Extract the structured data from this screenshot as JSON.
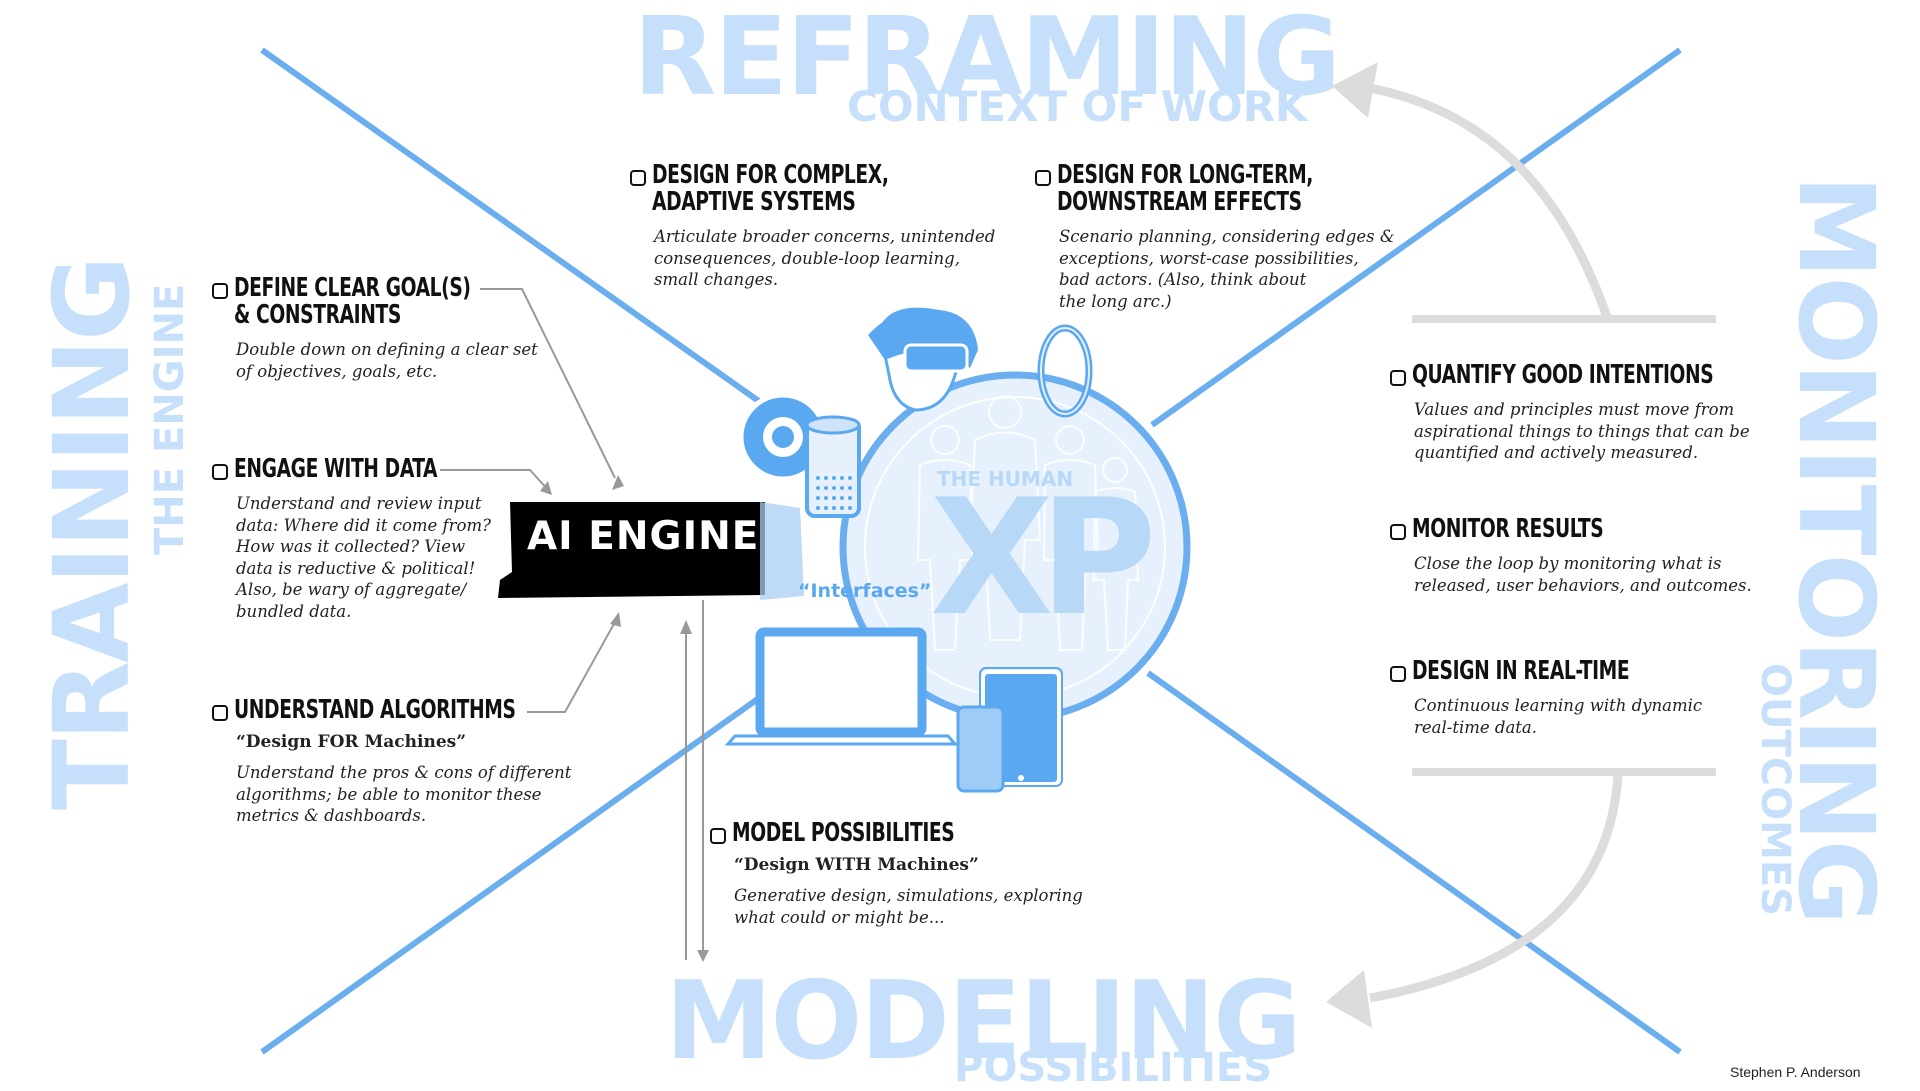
{
  "sections": {
    "reframing": {
      "title": "REFRAMING",
      "subtitle": "CONTEXT OF WORK"
    },
    "training": {
      "title": "TRAINING",
      "subtitle": "THE ENGINE"
    },
    "monitoring": {
      "title": "MONITORING",
      "subtitle": "OUTCOMES"
    },
    "modeling": {
      "title": "MODELING",
      "subtitle": "POSSIBILITIES"
    }
  },
  "center": {
    "engine_label": "AI ENGINE",
    "interfaces_label": "“Interfaces”",
    "human_label": "THE HUMAN",
    "xp_label": "XP"
  },
  "items": {
    "complex": {
      "title": "Design for complex,\nadaptive systems",
      "desc": "Articulate broader concerns, unintended\nconsequences, double-loop learning,\nsmall changes."
    },
    "longterm": {
      "title": "Design for long-term,\ndownstream effects",
      "desc": "Scenario planning, considering edges &\nexceptions, worst-case possibilities,\nbad actors. (Also, think about\n the long arc.)"
    },
    "goals": {
      "title": "Define clear goal(s)\n& constraints",
      "desc": "Double down on defining a clear set\nof objectives, goals, etc."
    },
    "data": {
      "title": "Engage with data",
      "desc": "Understand and review input\ndata: Where did it come from?\nHow was it collected? View\ndata is reductive & political!\nAlso, be wary of aggregate/\nbundled data."
    },
    "algorithms": {
      "title": "Understand algorithms",
      "quote": "“Design FOR Machines”",
      "desc": "Understand the pros & cons of different\nalgorithms; be able to monitor these\nmetrics & dashboards."
    },
    "intentions": {
      "title": "Quantify good intentions",
      "desc": "Values and principles must move from\naspirational things to things that can be\nquantified and actively measured."
    },
    "results": {
      "title": "Monitor results",
      "desc": "Close the loop by monitoring what is\nreleased, user behaviors, and outcomes."
    },
    "realtime": {
      "title": "Design in real-time",
      "desc": "Continuous learning with dynamic\nreal-time data."
    },
    "possibilities": {
      "title": "Model possibilities",
      "quote": "“Design WITH Machines”",
      "desc": "Generative design, simulations, exploring\nwhat could or might be..."
    }
  },
  "credit": "Stephen P.  Anderson",
  "colors": {
    "accent": "#6aaef0",
    "light": "#c6e0fb",
    "engine": "#000000",
    "arrow": "#999999"
  }
}
